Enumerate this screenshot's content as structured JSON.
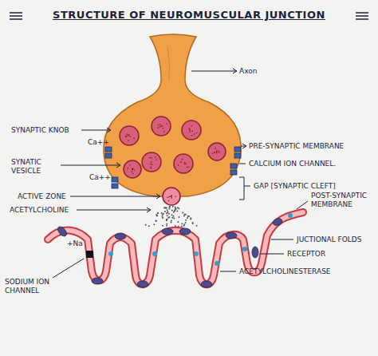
{
  "diagram": {
    "title": "STRUCTURE OF NEUROMUSCULAR JUNCTION",
    "labels": [
      "Axon",
      "SYNAPTIC KNOB",
      "PRE-SYNAPTIC MEMBRANE",
      "Ca++",
      "SYNATIC VESICLE",
      "CALCIUM ION CHANNEL.",
      "Ca++",
      "GAP [SYNAPTIC CLEFT]",
      "ACTIVE ZONE",
      "POST-SYNAPTIC MEMBRANE",
      "ACETYLCHOLINE",
      "+Na",
      "JUCTIONAL FOLDS",
      "RECEPTOR",
      "SODIUM ION CHANNEL",
      "ACETYLCHOLINESTERASE"
    ]
  }
}
